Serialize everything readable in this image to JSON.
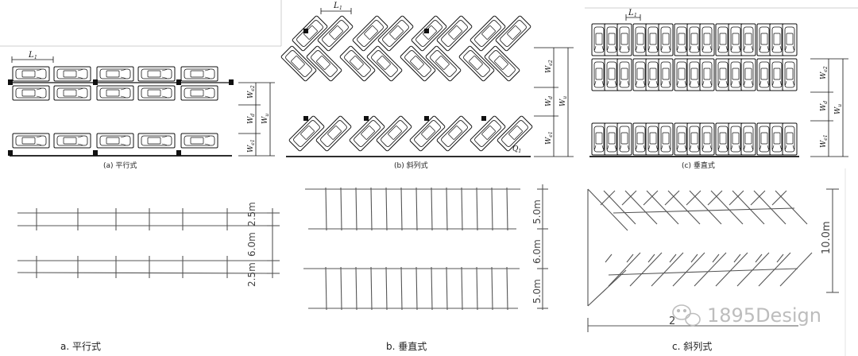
{
  "top_panels": {
    "parallel": {
      "caption": "(a) 平行式",
      "stall_length_label": "L",
      "stall_length_sub": "1",
      "dim_labels": [
        {
          "main": "W",
          "sub": "e2"
        },
        {
          "main": "W",
          "sub": "d"
        },
        {
          "main": "W",
          "sub": "u"
        },
        {
          "main": "W",
          "sub": "e1"
        }
      ]
    },
    "angled": {
      "caption": "(b) 斜列式",
      "stall_length_label": "L",
      "stall_length_sub": "1",
      "corner_label": "Q",
      "corner_sub": "1",
      "dim_labels": [
        {
          "main": "W",
          "sub": "e2"
        },
        {
          "main": "W",
          "sub": "d"
        },
        {
          "main": "W",
          "sub": "u"
        },
        {
          "main": "W",
          "sub": "e1"
        }
      ]
    },
    "perpendicular": {
      "caption": "(c) 垂直式",
      "stall_length_label": "L",
      "stall_length_sub": "1",
      "dim_labels": [
        {
          "main": "W",
          "sub": "e2"
        },
        {
          "main": "W",
          "sub": "d"
        },
        {
          "main": "W",
          "sub": "u"
        },
        {
          "main": "W",
          "sub": "e1"
        }
      ]
    }
  },
  "bottom_panels": {
    "parallel": {
      "caption": "a. 平行式",
      "dims": [
        "2.5m",
        "6.0m",
        "2.5m"
      ]
    },
    "perpendicular": {
      "caption": "b. 垂直式",
      "dims": [
        "5.0m",
        "6.0m",
        "5.0m"
      ]
    },
    "angled": {
      "caption": "c. 斜列式",
      "dims": [
        "10.0m"
      ],
      "bottom_dim_partial": "2"
    }
  },
  "watermark": {
    "text": "1895Design",
    "icon": "wechat-icon"
  }
}
